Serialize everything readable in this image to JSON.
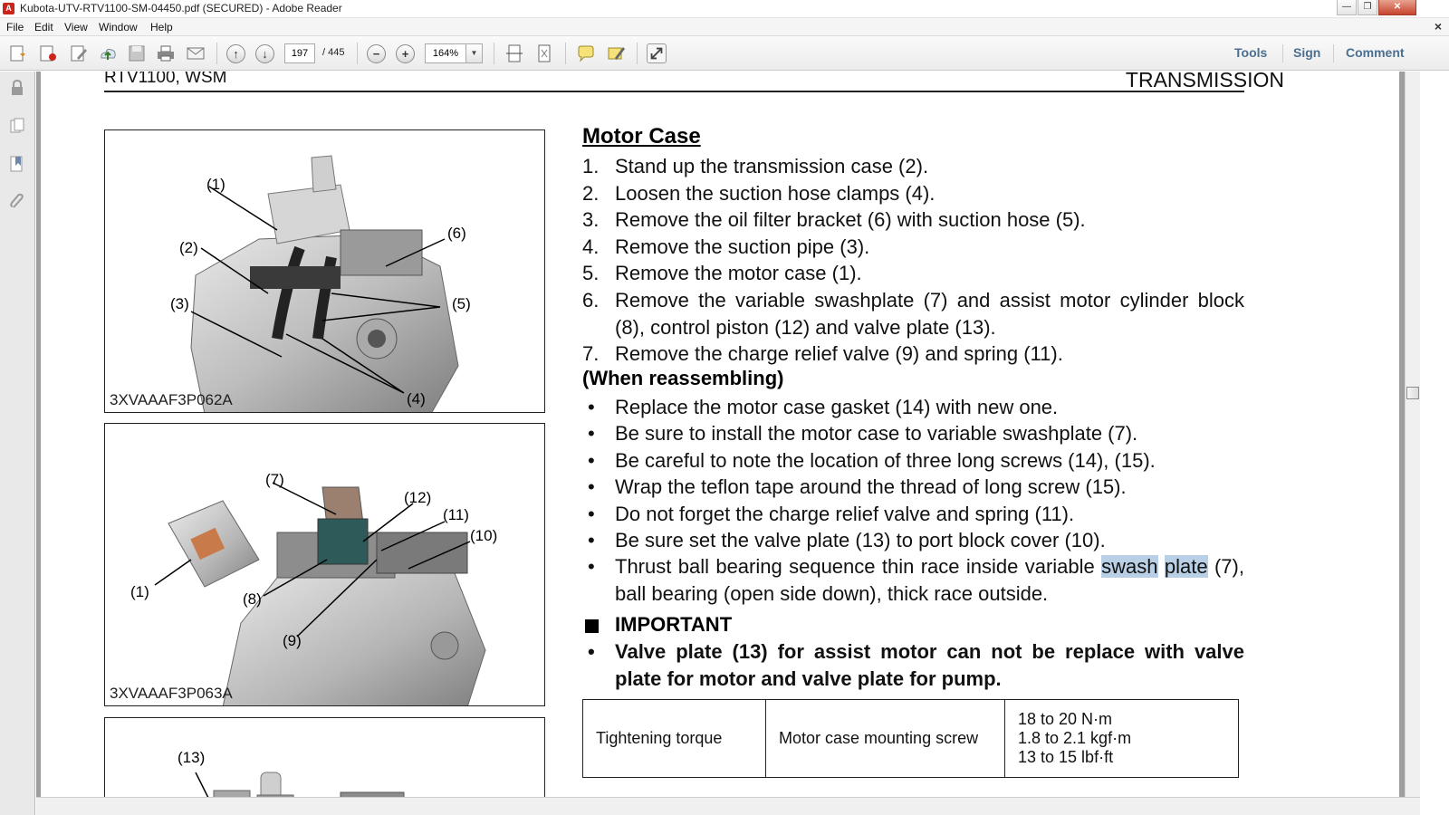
{
  "window": {
    "title": "Kubota-UTV-RTV1100-SM-04450.pdf (SECURED) - Adobe Reader"
  },
  "menu": {
    "items": [
      "File",
      "Edit",
      "View",
      "Window",
      "Help"
    ],
    "close": "×"
  },
  "toolbar": {
    "page_current": "197",
    "page_total": "/ 445",
    "zoom": "164%",
    "links": [
      "Tools",
      "Sign",
      "Comment"
    ]
  },
  "document": {
    "header_left": "RTV1100, WSM",
    "header_right": "TRANSMISSION",
    "figures": [
      {
        "code": "3XVAAAF3P062A",
        "callouts": [
          "(1)",
          "(2)",
          "(3)",
          "(6)",
          "(5)",
          "(4)"
        ]
      },
      {
        "code": "3XVAAAF3P063A",
        "callouts": [
          "(7)",
          "(12)",
          "(11)",
          "(10)",
          "(1)",
          "(8)",
          "(9)"
        ]
      },
      {
        "code": "",
        "callouts": [
          "(13)"
        ]
      }
    ],
    "section_title": "Motor Case",
    "steps": [
      {
        "num": "1.",
        "text": "Stand up the transmission case (2)."
      },
      {
        "num": "2.",
        "text": "Loosen the suction hose clamps (4)."
      },
      {
        "num": "3.",
        "text": "Remove the oil filter bracket (6) with suction hose (5)."
      },
      {
        "num": "4.",
        "text": "Remove the suction pipe (3)."
      },
      {
        "num": "5.",
        "text": "Remove the motor case (1)."
      },
      {
        "num": "6.",
        "text": "Remove the variable swashplate (7) and assist motor cylinder block (8), control piston (12) and valve plate (13)."
      },
      {
        "num": "7.",
        "text": "Remove the charge relief valve (9) and spring (11)."
      }
    ],
    "reassembling_heading": "(When reassembling)",
    "bullets": [
      "Replace the motor case gasket (14) with new one.",
      "Be sure to install the motor case to variable swashplate (7).",
      "Be careful to note the location of three long screws (14), (15).",
      "Wrap the teflon tape around the thread of long screw (15).",
      "Do not forget the charge relief valve and spring (11).",
      "Be sure set the valve plate (13) to port block cover (10)."
    ],
    "last_bullet": {
      "before": "Thrust ball bearing sequence thin race inside variable ",
      "highlight_1": "swash",
      "highlight_2": "plate",
      "after": " (7), ball bearing (open side down), thick race outside."
    },
    "important_label": "IMPORTANT",
    "important_text": "Valve plate (13) for assist motor can not be replace with valve plate for motor and valve plate for pump.",
    "torque_table": {
      "label": "Tightening torque",
      "item": "Motor case mounting screw",
      "values": [
        "18 to 20 N·m",
        "1.8 to 2.1 kgf·m",
        "13 to 15 lbf·ft"
      ]
    }
  }
}
